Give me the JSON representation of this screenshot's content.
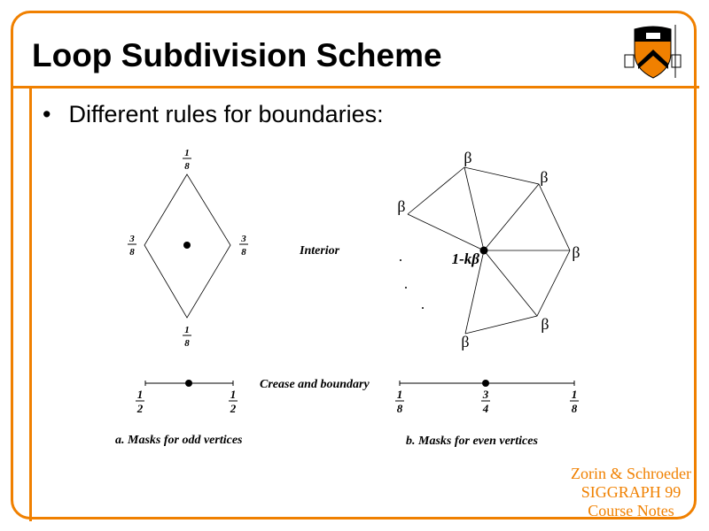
{
  "slide": {
    "title": "Loop Subdivision Scheme",
    "bullet": "Different rules for boundaries:",
    "bullet_marker": "•",
    "logo": "Princeton University shield",
    "credit": [
      "Zorin & Schroeder",
      "SIGGRAPH 99",
      "Course Notes"
    ],
    "accent_color": "#f08000"
  },
  "diagram": {
    "odd": {
      "interior_weights": {
        "top": [
          "1",
          "8"
        ],
        "left": [
          "3",
          "8"
        ],
        "right": [
          "3",
          "8"
        ],
        "bottom": [
          "1",
          "8"
        ]
      },
      "crease_weights": [
        [
          "1",
          "2"
        ],
        [
          "1",
          "2"
        ]
      ],
      "caption": "a.  Masks for odd vertices"
    },
    "even": {
      "neighbor_label": "β",
      "center_label": "1-kβ",
      "crease_weights": [
        [
          "1",
          "8"
        ],
        [
          "3",
          "4"
        ],
        [
          "1",
          "8"
        ]
      ],
      "caption": "b.  Masks for even vertices"
    },
    "row_labels": {
      "interior": "Interior",
      "crease": "Crease and boundary"
    }
  }
}
